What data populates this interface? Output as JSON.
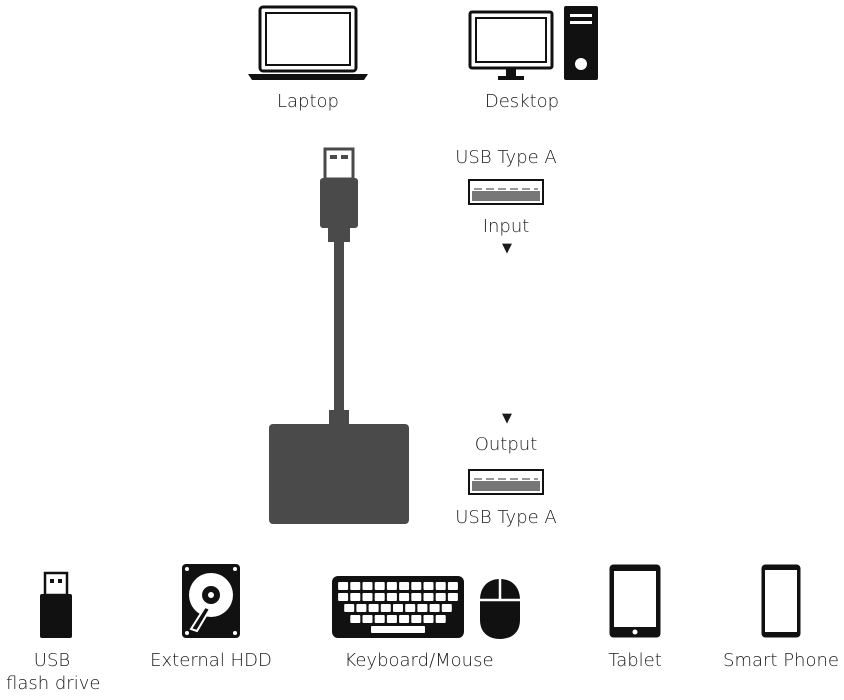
{
  "hosts": {
    "laptop_label": "Laptop",
    "desktop_label": "Desktop"
  },
  "input": {
    "type_label": "USB Type A",
    "label": "Input",
    "arrow": "▼"
  },
  "output": {
    "arrow": "▼",
    "label": "Output",
    "type_label": "USB Type A"
  },
  "devices": {
    "usb_line1": "USB",
    "usb_line2": "flash drive",
    "hdd": "External HDD",
    "keyboard_mouse": "Keyboard/Mouse",
    "tablet": "Tablet",
    "phone": "Smart Phone"
  },
  "colors": {
    "icon": "#111111",
    "adapter": "#4a4a4a",
    "port_fill": "#777777"
  }
}
